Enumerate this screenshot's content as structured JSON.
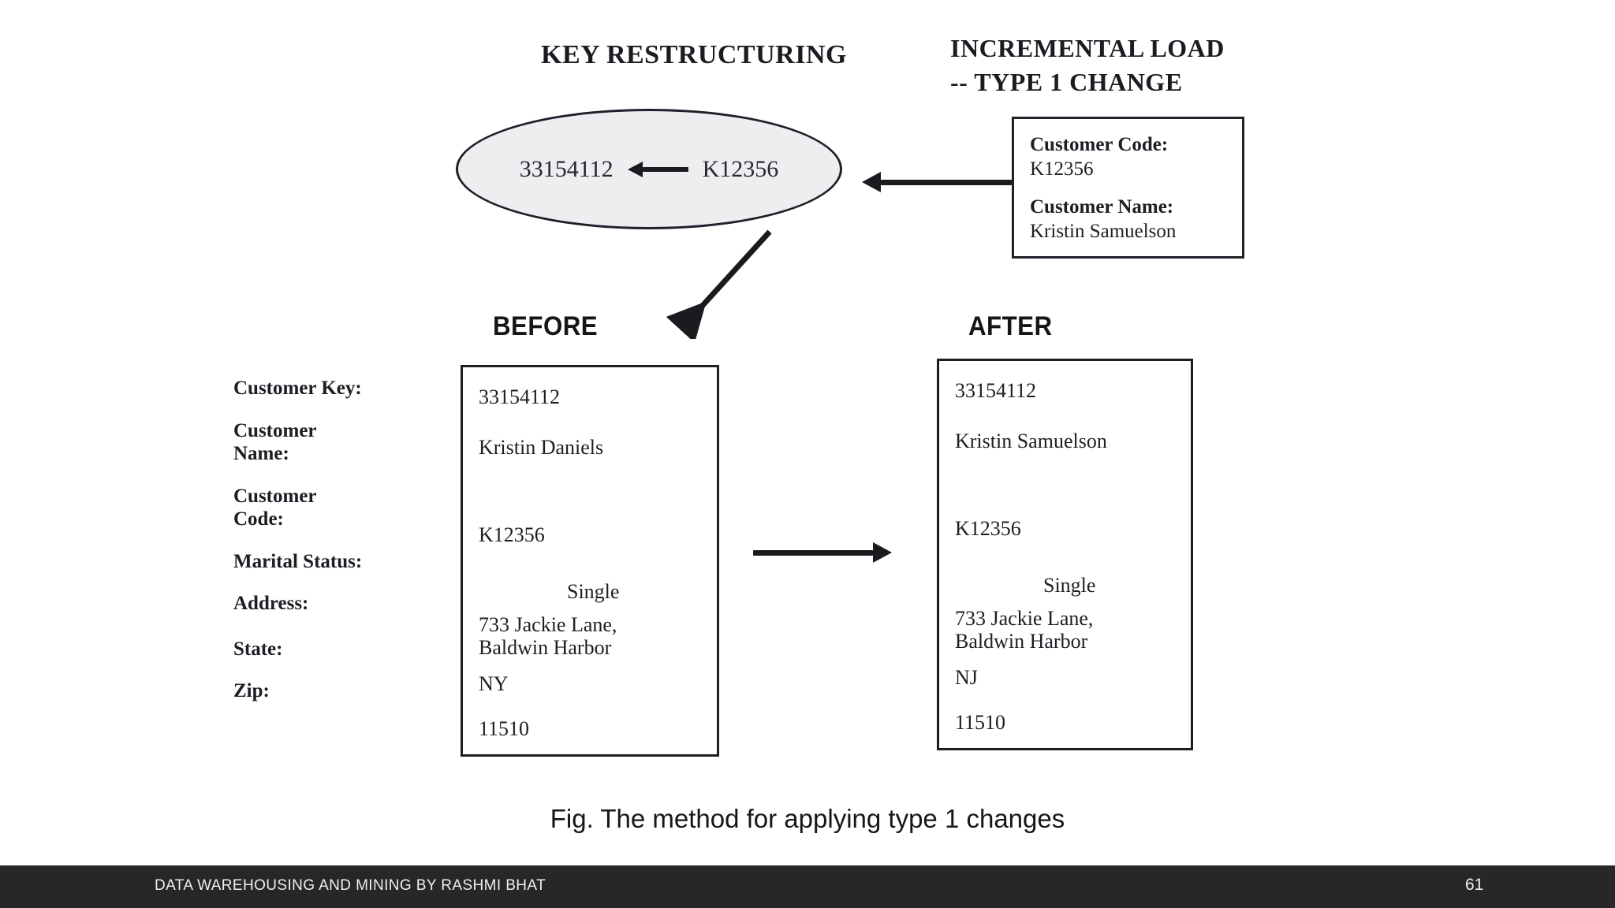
{
  "slide": {
    "background_color": "#ffffff"
  },
  "diagram": {
    "key_restructuring_title": "KEY RESTRUCTURING",
    "incremental_load_title": "INCREMENTAL LOAD\n-- TYPE 1 CHANGE",
    "ellipse": {
      "fill_color": "#eceef0",
      "border_color": "#20202a",
      "surrogate_key": "33154112",
      "arrow_glyph": "left-arrow",
      "customer_code": "K12356"
    },
    "incremental_load_box": {
      "code_label": "Customer Code:",
      "code_value": "K12356",
      "name_label": "Customer Name:",
      "name_value": "Kristin Samuelson"
    },
    "arrows": {
      "load_to_ellipse": "left-arrow",
      "ellipse_to_before": "diagonal-down-left-arrow",
      "before_to_after": "right-arrow"
    }
  },
  "comparison": {
    "before_label": "BEFORE",
    "after_label": "AFTER",
    "field_labels": [
      "Customer Key:",
      "Customer\nName:",
      "Customer\nCode:",
      "Marital Status:",
      "Address:",
      "State:",
      "Zip:"
    ],
    "before_record": {
      "customer_key": "33154112",
      "customer_name": "Kristin Daniels",
      "customer_code": "K12356",
      "marital_status": "Single",
      "address": "733 Jackie Lane,\nBaldwin Harbor",
      "state": "NY",
      "zip": "11510"
    },
    "after_record": {
      "customer_key": "33154112",
      "customer_name": "Kristin Samuelson",
      "customer_code": "K12356",
      "marital_status": "Single",
      "address": "733 Jackie Lane,\nBaldwin Harbor",
      "state": "NJ",
      "zip": "11510"
    }
  },
  "caption": "Fig. The method for applying type 1 changes",
  "footer": {
    "background_color": "#272727",
    "text": "DATA WAREHOUSING AND MINING BY RASHMI BHAT",
    "page_number": "61"
  }
}
